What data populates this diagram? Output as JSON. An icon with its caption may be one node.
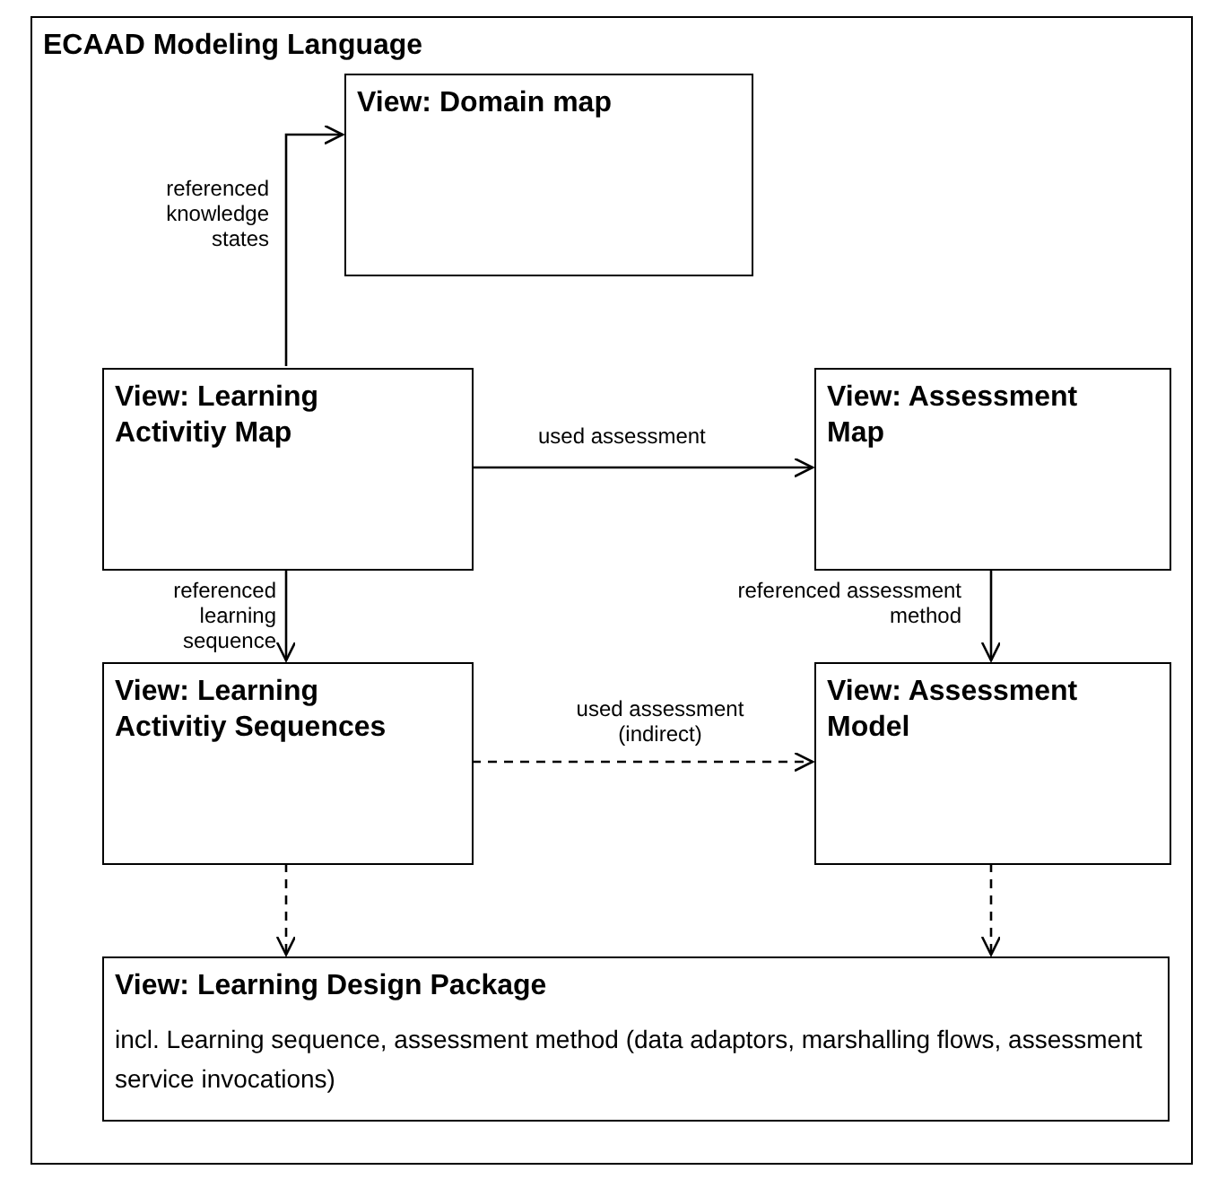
{
  "diagram": {
    "nodes": [
      {
        "text": [
          "ECAAD Modeling Language"
        ]
      },
      {
        "text": [
          "View: Domain map"
        ],
        "in": 0
      },
      {
        "text": [
          "View: Learning Activitiy Map"
        ],
        "in": 0
      },
      {
        "text": [
          "View: Assessment Map"
        ],
        "in": 0
      },
      {
        "text": [
          "View: Learning Activitiy Sequences"
        ],
        "in": 0
      },
      {
        "text": [
          "View: Assessment Model"
        ],
        "in": 0
      },
      {
        "text": [
          "View: Learning Design Package",
          "incl. Learning sequence, assessment method (data adaptors, marshalling flows, assessment service invocations)"
        ],
        "in": 0
      }
    ],
    "edges": [
      {
        "from": 2,
        "to": 1,
        "arrow": "to",
        "label": "referenced knowledge states"
      },
      {
        "from": 2,
        "to": 3,
        "arrow": "to",
        "label": "used assessment"
      },
      {
        "from": 2,
        "to": 4,
        "arrow": "to",
        "label": "referenced learning sequence"
      },
      {
        "from": 3,
        "to": 5,
        "arrow": "to",
        "label": "referenced assessment method"
      },
      {
        "from": 4,
        "to": 5,
        "arrow": "to",
        "label": "used assessment (indirect)",
        "style": "dashed"
      },
      {
        "from": 4,
        "to": 6,
        "arrow": "to",
        "style": "dashed"
      },
      {
        "from": 5,
        "to": 6,
        "arrow": "to",
        "style": "dashed"
      }
    ]
  }
}
